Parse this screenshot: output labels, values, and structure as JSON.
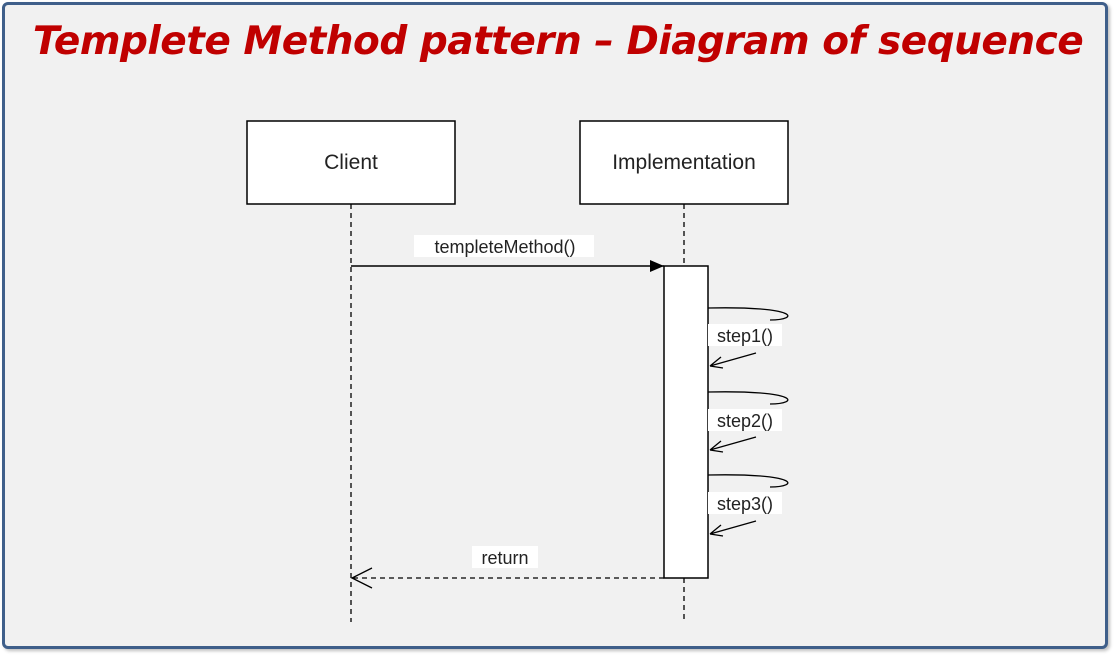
{
  "title": "Templete Method pattern – Diagram of sequence",
  "participants": [
    {
      "name": "Client"
    },
    {
      "name": "Implementation"
    }
  ],
  "messages": [
    {
      "label": "templeteMethod()",
      "type": "call"
    },
    {
      "label": "step1()",
      "type": "self"
    },
    {
      "label": "step2()",
      "type": "self"
    },
    {
      "label": "step3()",
      "type": "self"
    },
    {
      "label": "return",
      "type": "return"
    }
  ]
}
